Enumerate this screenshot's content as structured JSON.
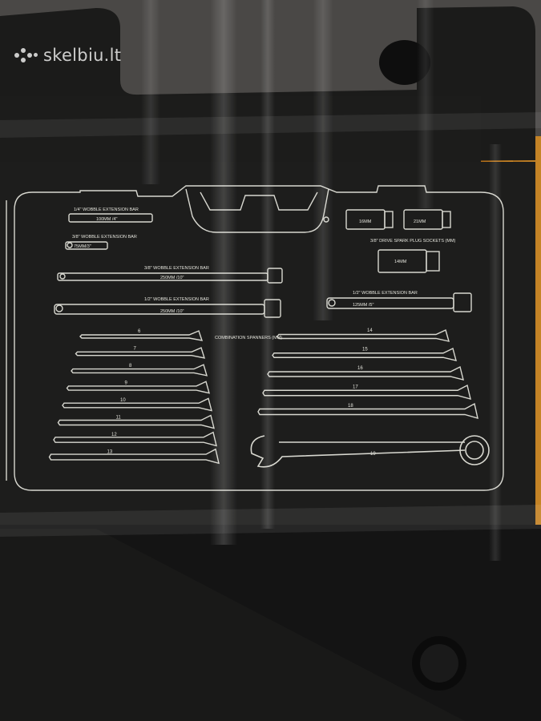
{
  "watermark": {
    "text": "skelbiu.lt",
    "icon": "dots-logo-icon"
  },
  "colors": {
    "foam": "#1d1d1c",
    "line": "#d8d8d0",
    "orange_box": "#d98a1c"
  },
  "tray": {
    "quarter_bar": {
      "title": "1/4\" WOBBLE EXTENSION BAR",
      "size": "100MM /4\""
    },
    "three_eighths_short": {
      "title": "3/8\" WOBBLE EXTENSION BAR",
      "size": "75MM/3\""
    },
    "three_eighths_long": {
      "title": "3/8\" WOBBLE EXTENSION BAR",
      "size": "250MM /10\""
    },
    "half_long": {
      "title": "1/2\" WOBBLE EXTENSION BAR",
      "size": "250MM /10\""
    },
    "half_short": {
      "title": "1/2\" WOBBLE EXTENSION BAR",
      "size": "125MM /5\""
    },
    "spark_sockets": {
      "title": "3/8\" DRIVE SPARK PLUG SOCKETS (MM)",
      "sizes": [
        "16MM",
        "21MM",
        "14MM"
      ]
    },
    "spanners": {
      "title": "COMBINATION SPANNERS (MM)",
      "left": [
        "6",
        "7",
        "8",
        "9",
        "10",
        "11",
        "12",
        "13"
      ],
      "right": [
        "14",
        "15",
        "16",
        "17",
        "18",
        "19"
      ]
    }
  }
}
